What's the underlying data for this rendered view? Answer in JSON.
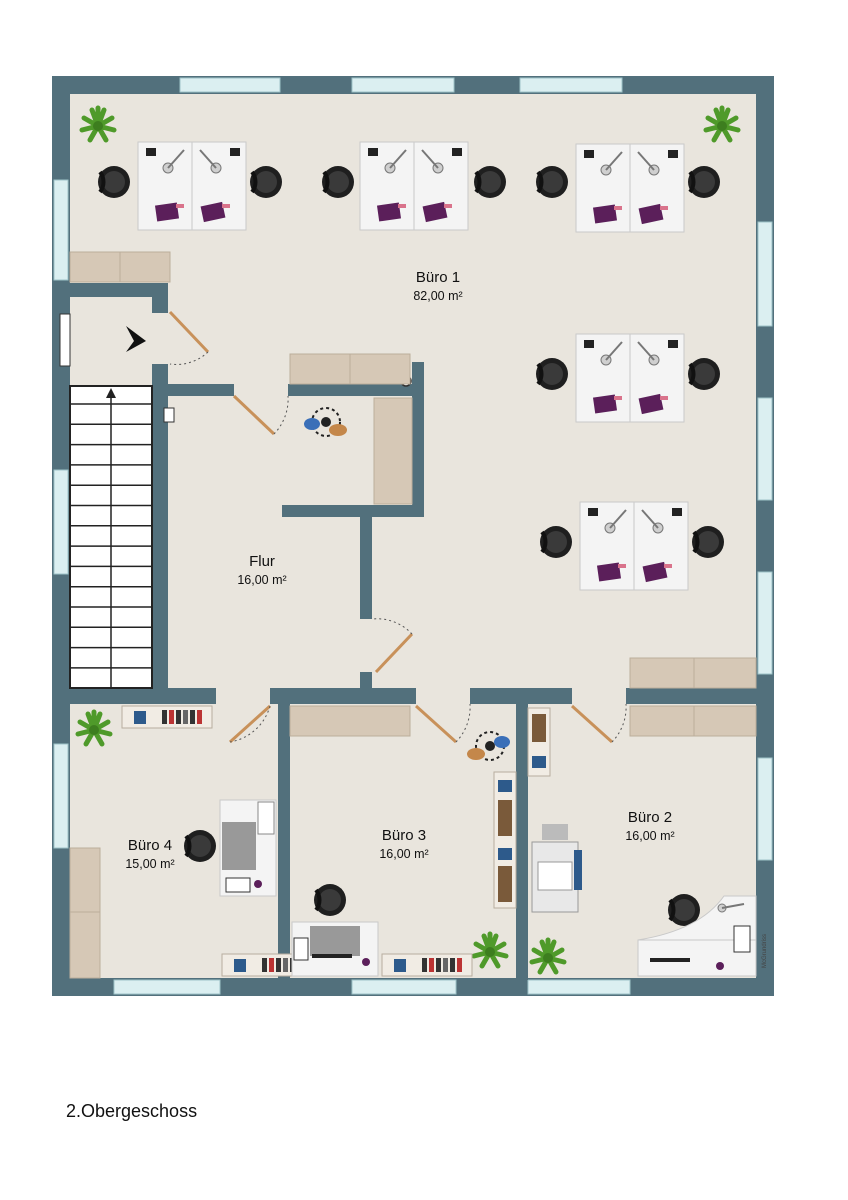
{
  "rooms": [
    {
      "name": "Büro 1",
      "area": "82,00 m²"
    },
    {
      "name": "Flur",
      "area": "16,00 m²"
    },
    {
      "name": "Büro 4",
      "area": "15,00 m²"
    },
    {
      "name": "Büro 3",
      "area": "16,00 m²"
    },
    {
      "name": "Büro 2",
      "area": "16,00 m²"
    }
  ],
  "caption": "2.Obergeschoss",
  "watermark": "McGrundriss",
  "colors": {
    "wall": "#52707c",
    "floor": "#e9e5dd",
    "cabinet": "#d6c8b6",
    "window": "#dbeff1",
    "desk": "#f4f4f4",
    "chair": "#1f1f1f",
    "plant": "#5aa02c",
    "door": "#c8915a"
  }
}
